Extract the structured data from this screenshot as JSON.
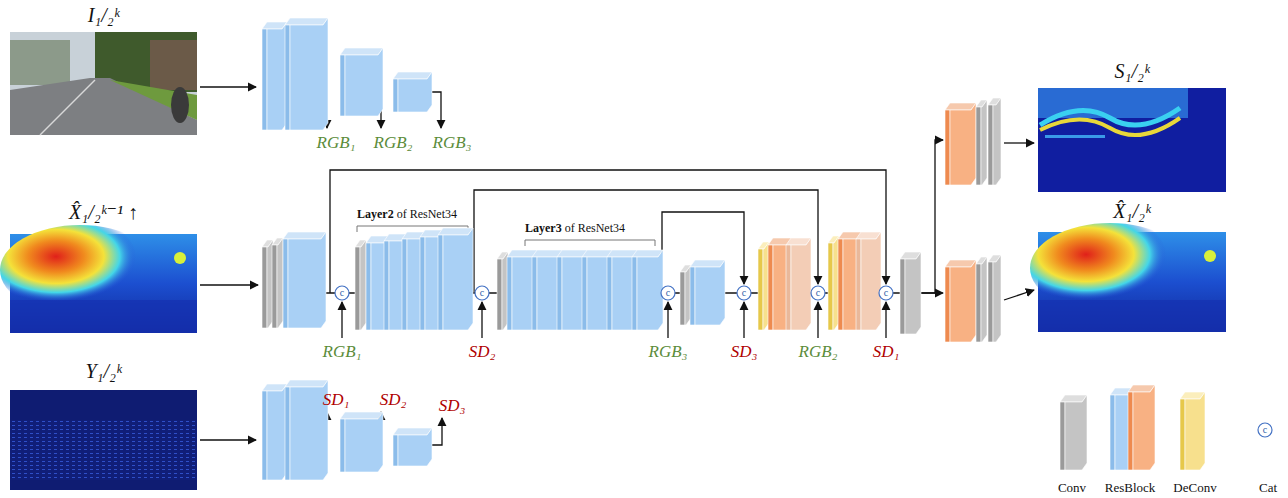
{
  "diagram": {
    "nodes": [
      {
        "text": [
          "I₁/₂ᵏ"
        ]
      },
      {
        "text": [
          "X̂₁/₂ᵏ⁻¹ ↑"
        ]
      },
      {
        "text": [
          "Y₁/₂ᵏ"
        ]
      },
      {
        "text": [
          "S₁/₂ᵏ"
        ]
      },
      {
        "text": [
          "X̂₁/₂ᵏ"
        ]
      }
    ],
    "labels": [
      "RGB₁",
      "RGB₂",
      "RGB₃",
      "RGB₁",
      "SD₂",
      "RGB₃",
      "SD₃",
      "RGB₂",
      "SD₁",
      "SD₁",
      "SD₂",
      "SD₃",
      "Layer2",
      "of ResNet34",
      "Layer3",
      "of ResNet34",
      "c",
      "c",
      "c",
      "c",
      "c",
      "c",
      "c"
    ],
    "legend": [
      {
        "text": "Conv"
      },
      {
        "text": "ResBlock"
      },
      {
        "text": "DeConv"
      },
      {
        "text": "Cat"
      }
    ]
  }
}
